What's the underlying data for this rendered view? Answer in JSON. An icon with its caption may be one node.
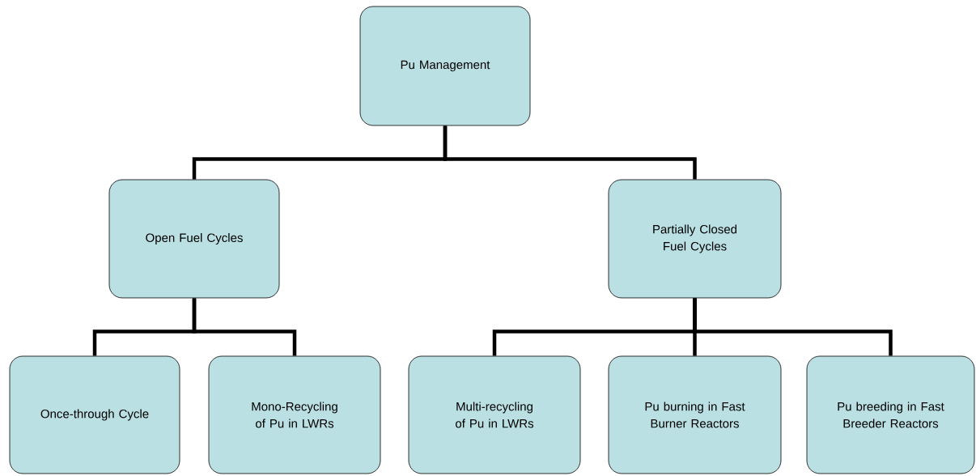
{
  "diagram": {
    "nodes": [
      {
        "text": [
          "Pu Management"
        ]
      },
      {
        "text": [
          "Open Fuel Cycles"
        ]
      },
      {
        "text": [
          "Partially Closed Fuel Cycles"
        ]
      },
      {
        "text": [
          "Once-through Cycle"
        ]
      },
      {
        "text": [
          "Mono-Recycling of Pu in LWRs"
        ]
      },
      {
        "text": [
          "Multi-recycling of Pu in LWRs"
        ]
      },
      {
        "text": [
          "Pu burning in Fast Burner Reactors"
        ]
      },
      {
        "text": [
          "Pu breeding in Fast Breeder Reactors"
        ]
      }
    ],
    "edges": [
      {
        "from": 0,
        "to": 1,
        "arrow": "none"
      },
      {
        "from": 0,
        "to": 2,
        "arrow": "none"
      },
      {
        "from": 1,
        "to": 3,
        "arrow": "none"
      },
      {
        "from": 1,
        "to": 4,
        "arrow": "none"
      },
      {
        "from": 2,
        "to": 5,
        "arrow": "none"
      },
      {
        "from": 2,
        "to": 6,
        "arrow": "none"
      },
      {
        "from": 2,
        "to": 7,
        "arrow": "none"
      }
    ]
  }
}
